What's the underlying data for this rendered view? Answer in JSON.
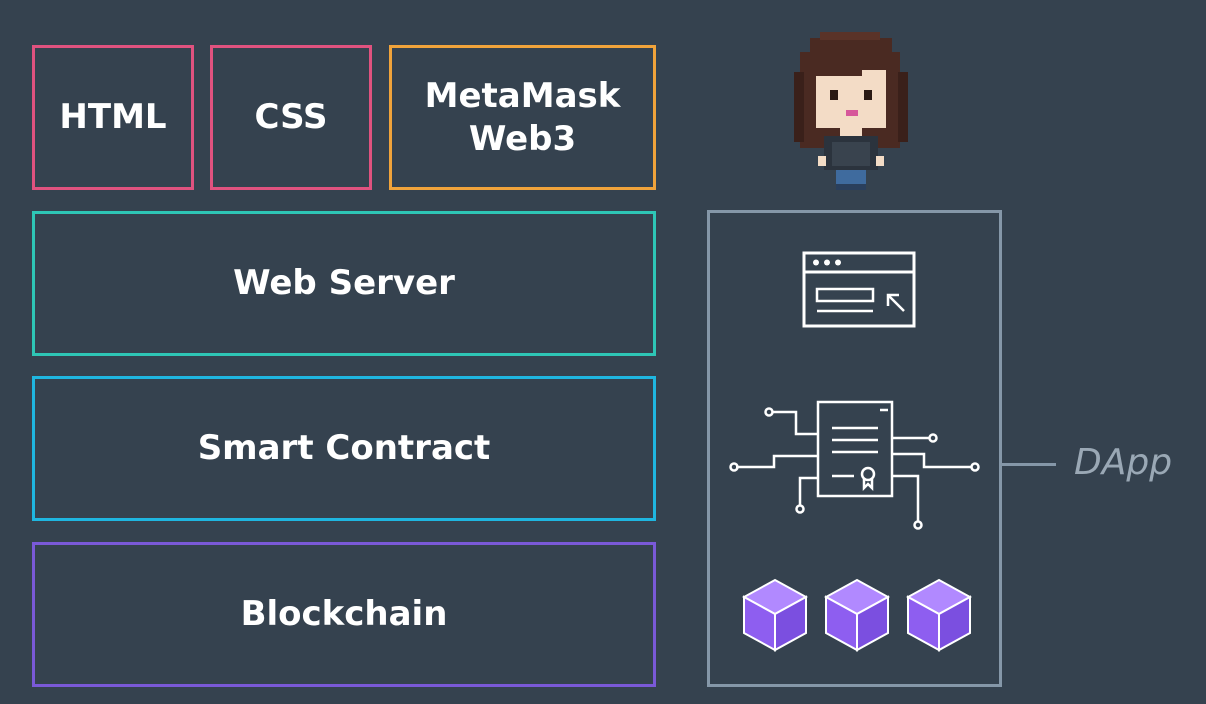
{
  "stack": {
    "html_label": "HTML",
    "css_label": "CSS",
    "metamask_line1": "MetaMask",
    "metamask_line2": "Web3",
    "webserver_label": "Web Server",
    "smartcontract_label": "Smart Contract",
    "blockchain_label": "Blockchain"
  },
  "dapp": {
    "label": "DApp",
    "icons": [
      "browser-window-icon",
      "smart-contract-circuit-icon",
      "block-cube-icon",
      "block-cube-icon",
      "block-cube-icon"
    ]
  },
  "user": {
    "icon": "pixel-user-avatar-icon"
  },
  "colors": {
    "background": "#35424f",
    "frontend_border": "#e0527f",
    "metamask_border": "#f0a33b",
    "webserver_border": "#2ec6b6",
    "contract_border": "#1fb6e0",
    "blockchain_border": "#7a59d8",
    "dapp_border": "#8597a8",
    "cube_fill": "#9b6bf2"
  }
}
